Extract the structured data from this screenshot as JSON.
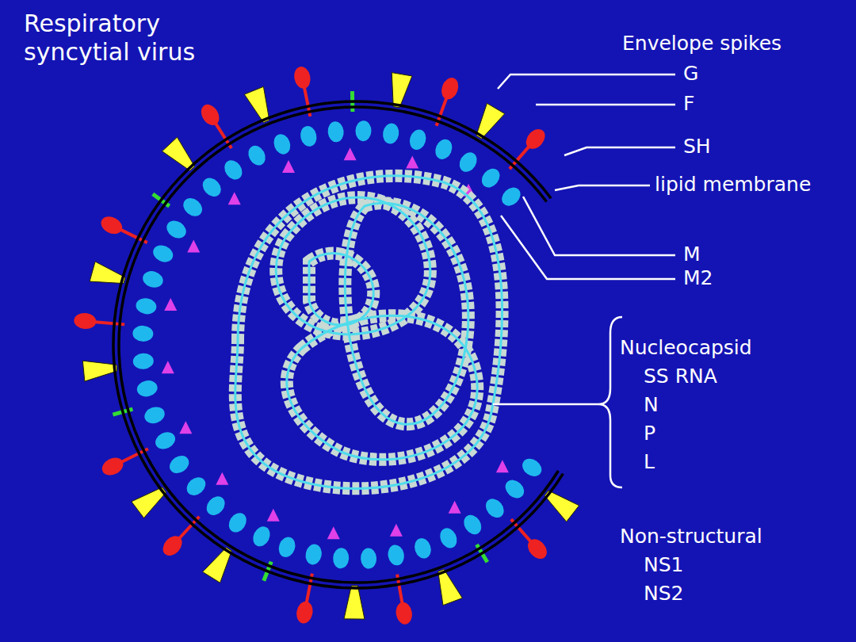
{
  "diagram": {
    "title": "Respiratory syncytial virus",
    "labels": [
      "Envelope spikes",
      "G",
      "F",
      "SH",
      "lipid membrane",
      "M",
      "M2",
      "Nucleocapsid",
      "SS RNA",
      "N",
      "P",
      "L",
      "Non-structural",
      "NS1",
      "NS2"
    ]
  }
}
